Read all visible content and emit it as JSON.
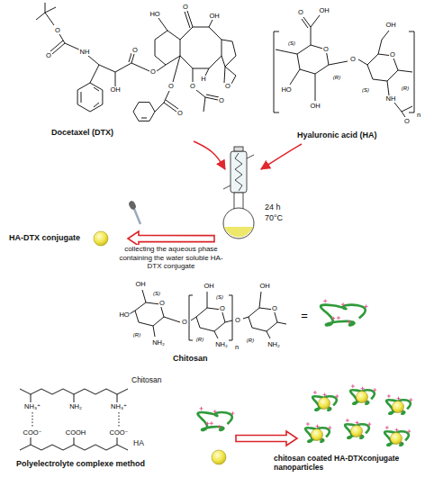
{
  "diagram": {
    "nodes": [
      {
        "text": [
          "Docetaxel (DTX)"
        ]
      },
      {
        "text": [
          "Hyaluronic acid (HA)"
        ]
      },
      {
        "text": [
          "24 h",
          "70°C"
        ]
      },
      {
        "text": [
          "HA-DTX conjugate"
        ]
      },
      {
        "text": [
          "Chitosan"
        ]
      },
      {
        "text": [
          "Chitosan",
          "HA",
          "Polyelectrolyte complexe method"
        ]
      },
      {
        "text": [
          "chitosan coated HA-DTXconjugate nanoparticles"
        ]
      }
    ],
    "edges": [
      {
        "from": 0,
        "to": 2,
        "arrow": "to"
      },
      {
        "from": 1,
        "to": 2,
        "arrow": "to"
      },
      {
        "from": 2,
        "to": 3,
        "arrow": "to",
        "label": "collecting the aqueous phase containing the water soluble HA-DTX conjugate"
      }
    ],
    "labels": [
      "O",
      "O",
      "NH",
      "OH",
      "O",
      "O",
      "HO",
      "O",
      "OH",
      "H",
      "O",
      "O",
      "O",
      "O",
      "O",
      "O",
      "OH",
      "O",
      "(S)",
      "(R)",
      "HO",
      "OH",
      "O",
      "O",
      "(S)",
      "(R)",
      "NH",
      "O",
      "n",
      "OH",
      "OH",
      "(S)",
      "O",
      "(R)",
      "NH₂",
      "O",
      "OH",
      "(S)",
      "(R)",
      "NH₂",
      "O",
      "n",
      "OH",
      "(R)",
      "NH₂",
      "HO",
      "=",
      "NH₃⁺",
      "NH₂",
      "NH₃⁺",
      "COO⁻",
      "COOH",
      "COO⁻",
      "O",
      "O"
    ]
  }
}
